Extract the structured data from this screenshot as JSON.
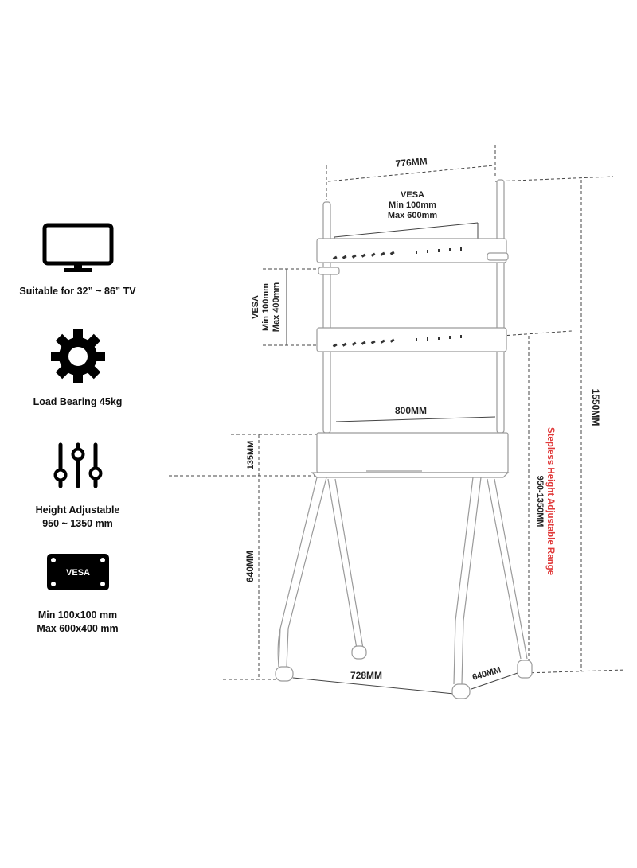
{
  "features": [
    {
      "icon": "tv-icon",
      "label": "Suitable for 32” ~ 86” TV"
    },
    {
      "icon": "gear-icon",
      "label": "Load Bearing 45kg"
    },
    {
      "icon": "sliders-icon",
      "label_line1": "Height Adjustable",
      "label_line2": "950 ~ 1350 mm"
    },
    {
      "icon": "vesa-plate-icon",
      "badge": "VESA",
      "label_line1": "Min 100x100 mm",
      "label_line2": "Max 600x400 mm"
    }
  ],
  "dimensions": {
    "top_width": "776MM",
    "vesa_top_title": "VESA",
    "vesa_top_min": "Min 100mm",
    "vesa_top_max": "Max 600mm",
    "vesa_side_title": "VESA",
    "vesa_side_min": "Min 100mm",
    "vesa_side_max": "Max 400mm",
    "total_height": "1550MM",
    "shelf_width": "800MM",
    "shelf_height": "135MM",
    "leg_height": "640MM",
    "base_width": "728MM",
    "base_depth": "640MM",
    "range_title": "Stepless Height Adjustable Range",
    "range_value": "950-1350MM"
  },
  "colors": {
    "range_title": "#e03a3a",
    "text": "#111111",
    "frame": "#9a9a9a"
  }
}
